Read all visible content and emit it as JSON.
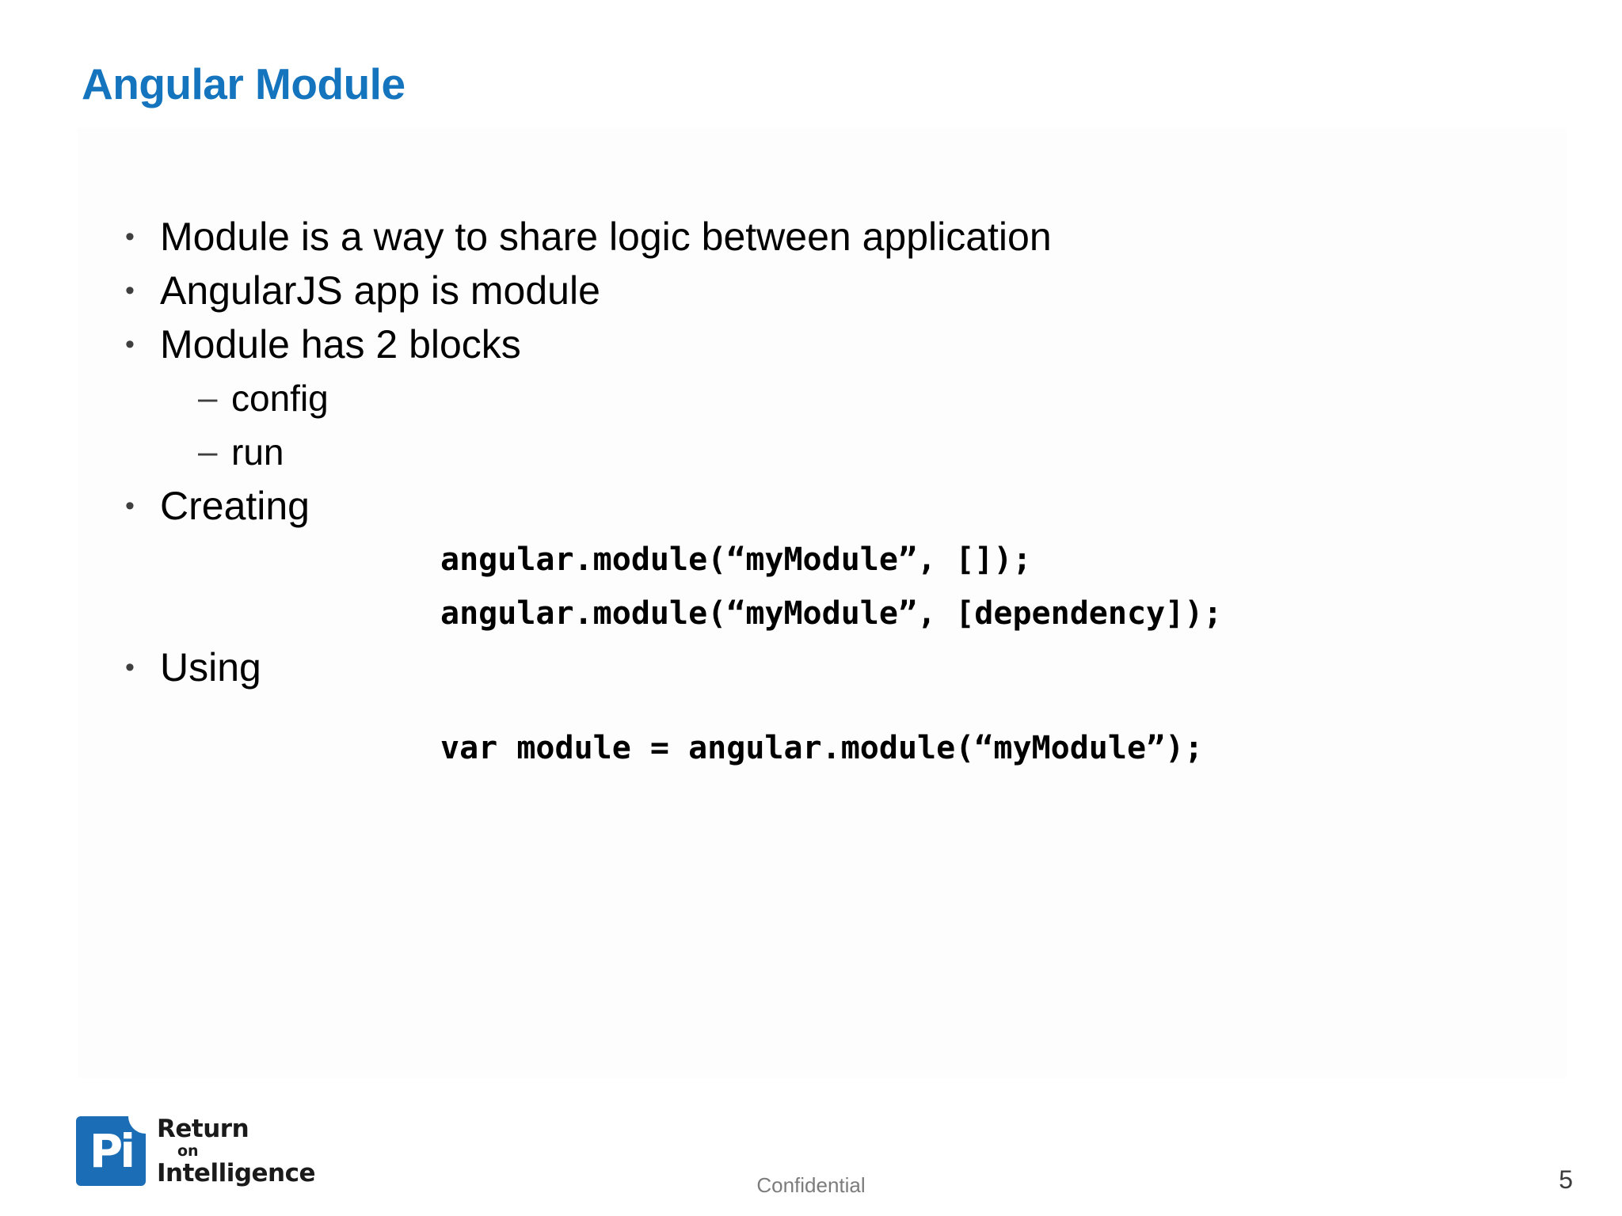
{
  "slide": {
    "title": "Angular Module",
    "title_color": "#1474bd",
    "background_color": "#ffffff",
    "body_text_color": "#000000"
  },
  "content": {
    "blocks": [
      {
        "kind": "bullet",
        "level": 1,
        "marker": "•",
        "text": "Module is a way to share logic between application"
      },
      {
        "kind": "bullet",
        "level": 1,
        "marker": "•",
        "text": "AngularJS app is module"
      },
      {
        "kind": "bullet",
        "level": 1,
        "marker": "•",
        "text": "Module has 2 blocks"
      },
      {
        "kind": "bullet",
        "level": 2,
        "marker": "–",
        "text": "config"
      },
      {
        "kind": "bullet",
        "level": 2,
        "marker": "–",
        "text": "run"
      },
      {
        "kind": "bullet",
        "level": 1,
        "marker": "•",
        "text": "Creating"
      },
      {
        "kind": "code",
        "text": "angular.module(“myModule”, []);"
      },
      {
        "kind": "code",
        "text": "angular.module(“myModule”, [dependency]);"
      },
      {
        "kind": "bullet",
        "level": 1,
        "marker": "•",
        "text": "Using"
      },
      {
        "kind": "gap"
      },
      {
        "kind": "code",
        "text": "var module = angular.module(“myModule”);"
      }
    ]
  },
  "footer": {
    "confidential_label": "Confidential",
    "page_number": "5",
    "logo": {
      "mark_glyph": "Рi",
      "mark_color": "#1b6db5",
      "line1": "Return",
      "line2": "on",
      "line3": "Intelligence"
    }
  }
}
